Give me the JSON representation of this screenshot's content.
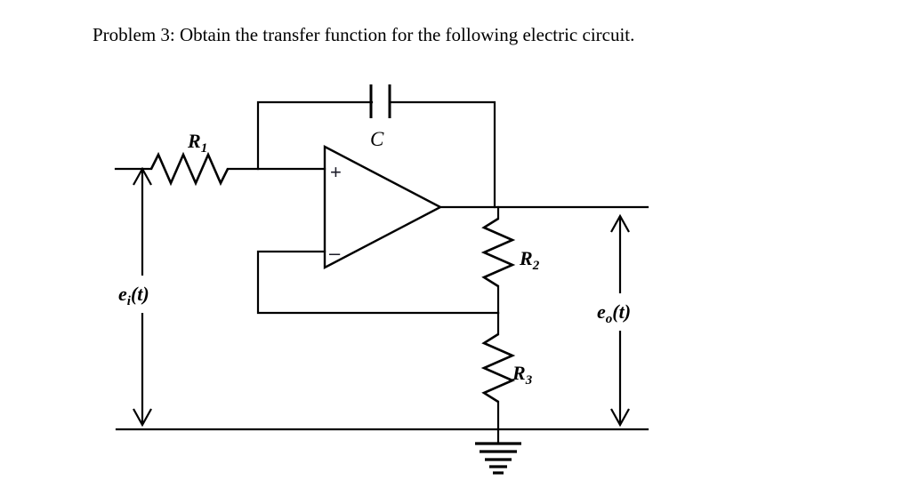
{
  "page": {
    "title_text": "Problem 3: Obtain the transfer function for the following electric circuit.",
    "background_color": "#ffffff",
    "ink_color": "#000000"
  },
  "circuit": {
    "type": "operational-amplifier-circuit",
    "labels": {
      "r1_base": "R",
      "r1_sub": "1",
      "r2_base": "R",
      "r2_sub": "2",
      "r3_base": "R",
      "r3_sub": "3",
      "capacitor": "C",
      "input_base": "e",
      "input_sub": "i",
      "input_arg": "(t)",
      "output_base": "e",
      "output_sub": "o",
      "output_arg": "(t)",
      "opamp_plus": "+",
      "opamp_minus": "–"
    },
    "components": [
      {
        "name": "resistor-r1",
        "label": "R1",
        "orientation": "horizontal"
      },
      {
        "name": "capacitor-c",
        "label": "C",
        "orientation": "horizontal"
      },
      {
        "name": "resistor-r2",
        "label": "R2",
        "orientation": "vertical"
      },
      {
        "name": "resistor-r3",
        "label": "R3",
        "orientation": "vertical"
      },
      {
        "name": "opamp",
        "label": "",
        "orientation": "right"
      },
      {
        "name": "ground",
        "label": "",
        "orientation": "down"
      }
    ],
    "sources": [
      {
        "name": "input-voltage",
        "label": "ei(t)",
        "arrow_top": "up",
        "arrow_bottom": "down"
      },
      {
        "name": "output-voltage",
        "label": "eo(t)",
        "arrow_top": "up",
        "arrow_bottom": "down"
      }
    ]
  }
}
